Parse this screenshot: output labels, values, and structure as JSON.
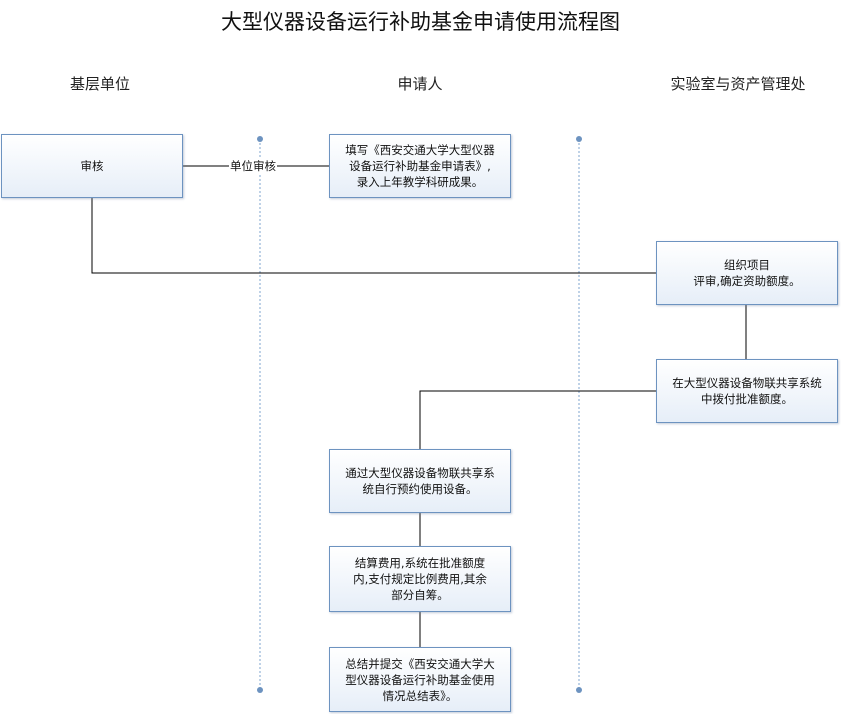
{
  "title": "大型仪器设备运行补助基金申请使用流程图",
  "lanes": [
    "基层单位",
    "申请人",
    "实验室与资产管理处"
  ],
  "nodes": {
    "review": "审核",
    "fill_form": "填写《西安交通大学大型仪器\n设备运行补助基金申请表》,\n录入上年教学科研成果。",
    "organize": "组织项目\n评审,确定资助额度。",
    "allocate": "在大型仪器设备物联共享系统\n中拨付批准额度。",
    "book": "通过大型仪器设备物联共享系\n统自行预约使用设备。",
    "settle": "结算费用,系统在批准额度\n内,支付规定比例费用,其余\n部分自筹。",
    "summary": "总结并提交《西安交通大学大\n型仪器设备运行补助基金使用\n情况总结表》。"
  },
  "edge_labels": {
    "unit_review": "单位审核"
  },
  "colors": {
    "box_border": "#6d93c0",
    "divider": "#7fa6cf",
    "line": "#000000"
  }
}
